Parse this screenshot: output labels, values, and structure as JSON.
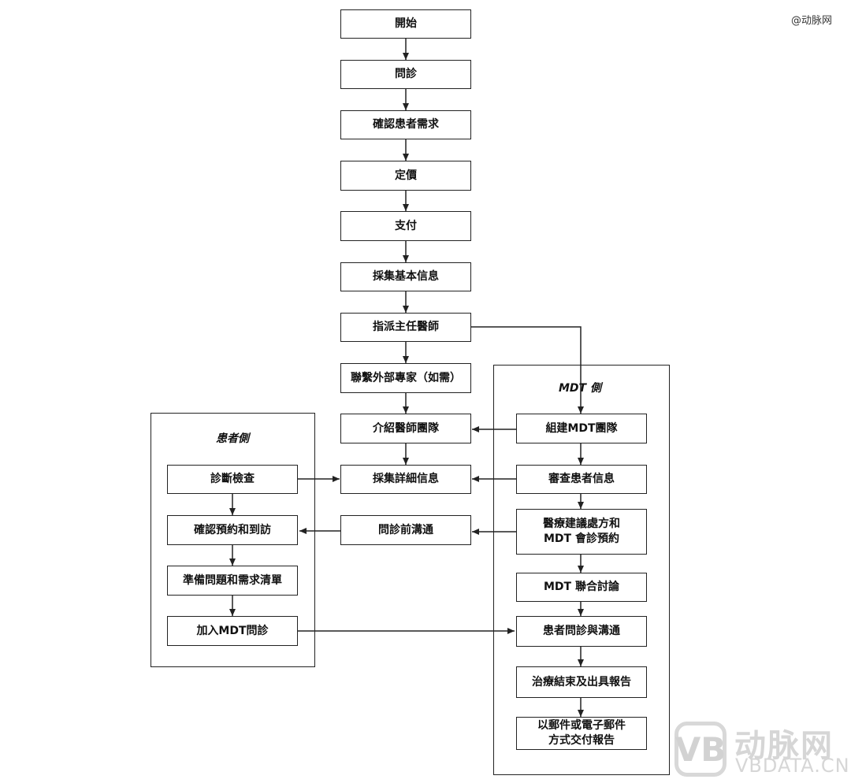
{
  "watermark": {
    "top_right": "@动脉网",
    "logo_mark": "VB",
    "name": "动脉网",
    "url": "VBDATA.CN"
  },
  "main_flow": {
    "start": "開始",
    "consult": "問診",
    "confirm_needs": "確認患者需求",
    "pricing": "定價",
    "payment": "支付",
    "collect_basic": "採集基本信息",
    "assign_doctor": "指派主任醫師",
    "contact_expert": "聯繫外部專家（如需）",
    "introduce_team": "介紹醫師團隊",
    "collect_detail": "採集詳細信息",
    "pre_consult_comm": "問診前溝通"
  },
  "patient_side": {
    "title": "患者側",
    "diagnostic_exam": "診斷檢查",
    "confirm_appointment": "確認預約和到訪",
    "prepare_list": "準備問題和需求清單",
    "join_mdt": "加入MDT問診"
  },
  "mdt_side": {
    "title": "MDT 側",
    "build_team": "組建MDT團隊",
    "review_info": "審查患者信息",
    "recommend_line1": "醫療建議處方和",
    "recommend_line2": "MDT 會診預約",
    "joint_discussion": "MDT 聯合討論",
    "patient_consult": "患者問診與溝通",
    "treatment_end": "治療結束及出具報告",
    "deliver_line1": "以郵件或電子郵件",
    "deliver_line2": "方式交付報告"
  }
}
